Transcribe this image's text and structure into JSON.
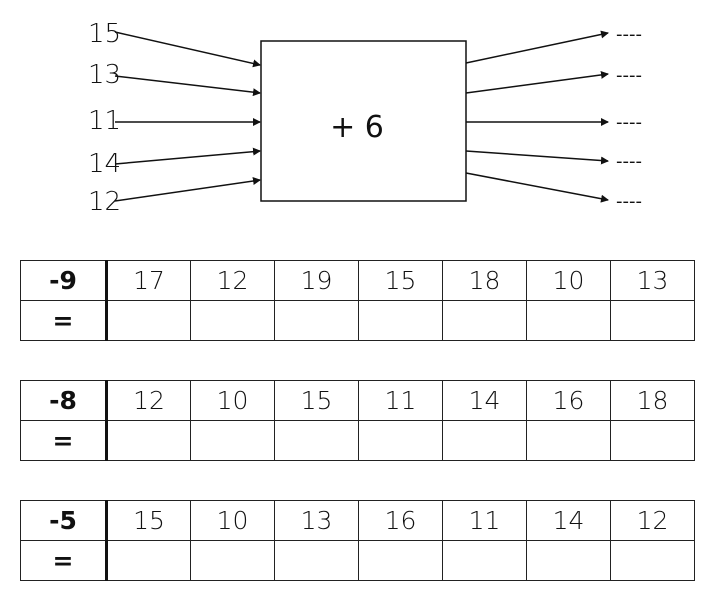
{
  "machine": {
    "operation": "+ 6",
    "inputs": [
      "15",
      "13",
      "11",
      "14",
      "12"
    ],
    "output_blank": "----"
  },
  "tables": [
    {
      "operator": "-9",
      "equals": "=",
      "numbers": [
        "17",
        "12",
        "19",
        "15",
        "18",
        "10",
        "13"
      ]
    },
    {
      "operator": "-8",
      "equals": "=",
      "numbers": [
        "12",
        "10",
        "15",
        "11",
        "14",
        "16",
        "18"
      ]
    },
    {
      "operator": "-5",
      "equals": "=",
      "numbers": [
        "15",
        "10",
        "13",
        "16",
        "11",
        "14",
        "12"
      ]
    }
  ]
}
